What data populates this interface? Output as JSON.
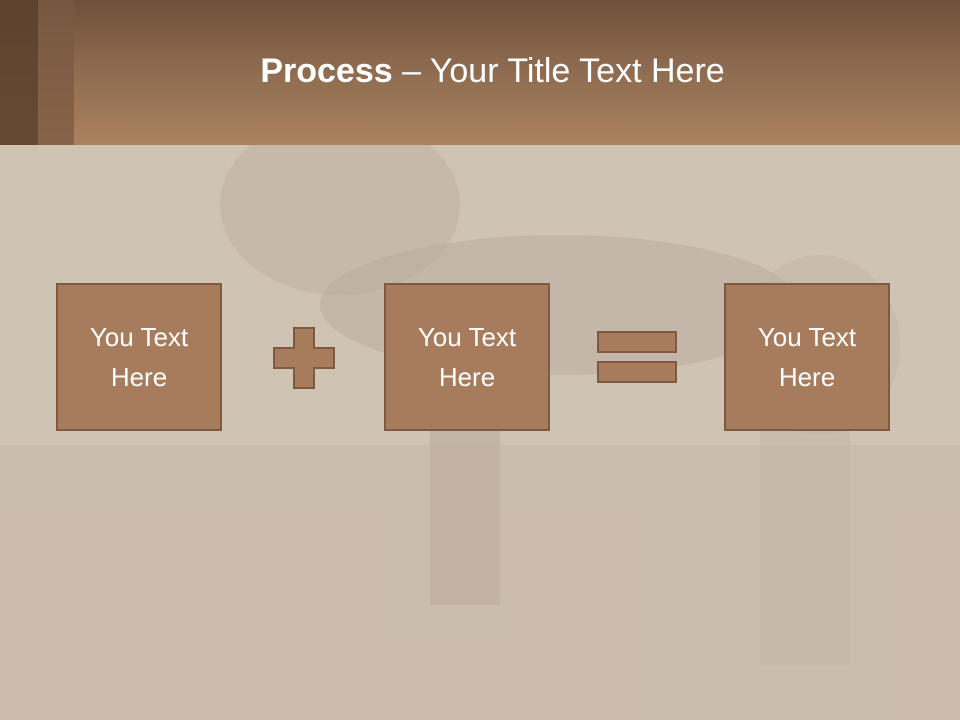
{
  "title": {
    "bold": "Process",
    "rest": " – Your Title Text Here"
  },
  "boxes": [
    {
      "text": "You Text\nHere"
    },
    {
      "text": "You Text\nHere"
    },
    {
      "text": "You Text\nHere"
    }
  ],
  "operators": [
    "plus-icon",
    "equals-icon"
  ],
  "colors": {
    "box_fill": "#a67c5c",
    "box_border": "#7e5a41",
    "header": "#a9825f",
    "text": "#ffffff"
  }
}
